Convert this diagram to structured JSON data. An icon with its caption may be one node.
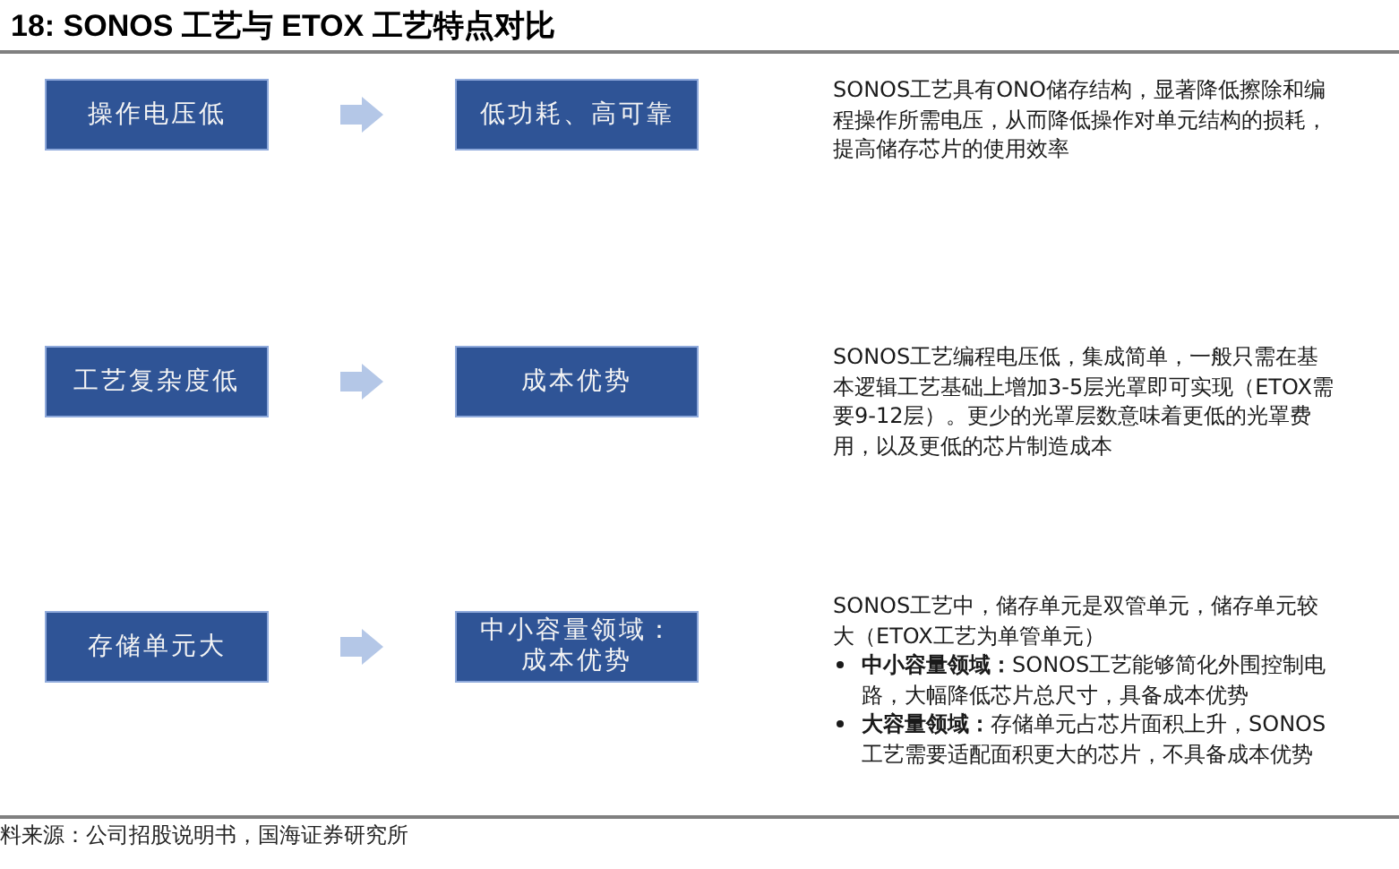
{
  "diagram": {
    "title": "18: SONOS 工艺与 ETOX 工艺特点对比",
    "caption": "料来源：公司招股说明书，国海证券研究所",
    "nodes": [
      {
        "text": [
          "操作电压低"
        ]
      },
      {
        "text": [
          "低功耗、高可靠"
        ]
      },
      {
        "text": [
          "工艺复杂度低"
        ]
      },
      {
        "text": [
          "成本优势"
        ]
      },
      {
        "text": [
          "存储单元大"
        ]
      },
      {
        "text": [
          "中小容量领域：成本优势"
        ]
      }
    ],
    "edges": [
      {
        "from": 0,
        "to": 1,
        "arrow": "to"
      },
      {
        "from": 2,
        "to": 3,
        "arrow": "to"
      },
      {
        "from": 4,
        "to": 5,
        "arrow": "to"
      }
    ],
    "labels": [
      "SONOS工艺具有ONO储存结构，显著降低擦除和编程操作所需电压，从而降低操作对单元结构的损耗，提高储存芯片的使用效率",
      "SONOS工艺编程电压低，集成简单，一般只需在基本逻辑工艺基础上增加3-5层光罩即可实现（ETOX需要9-12层）。更少的光罩层数意味着更低的光罩费用，以及更低的芯片制造成本",
      "SONOS工艺中，储存单元是双管单元，储存单元较大（ETOX工艺为单管单元）",
      "**中小容量领域：**SONOS工艺能够简化外围控制电路，大幅降低芯片总尺寸，具备成本优势",
      "**大容量领域：**存储单元占芯片面积上升，SONOS工艺需要适配面积更大的芯片，不具备成本优势"
    ]
  }
}
